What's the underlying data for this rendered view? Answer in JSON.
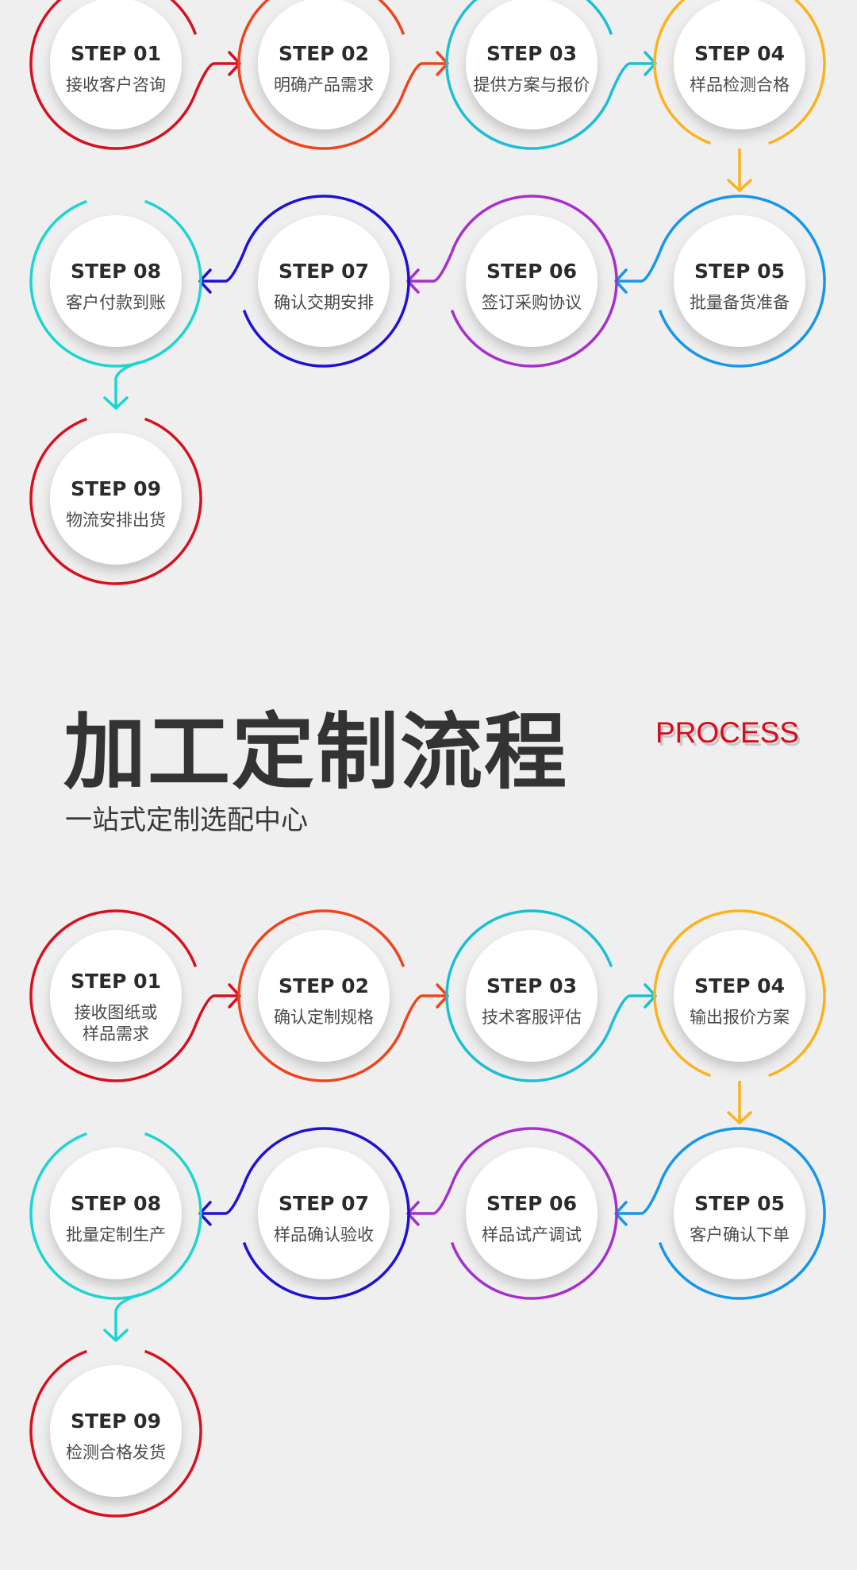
{
  "flow1": {
    "steps": [
      {
        "title": "STEP 01",
        "lines": [
          "接收客户咨询"
        ],
        "color": "#d7101f"
      },
      {
        "title": "STEP 02",
        "lines": [
          "明确产品需求"
        ],
        "color": "#f0431d"
      },
      {
        "title": "STEP 03",
        "lines": [
          "提供方案与报价"
        ],
        "color": "#1bbfd3"
      },
      {
        "title": "STEP 04",
        "lines": [
          "样品检测合格"
        ],
        "color": "#fbb21b"
      },
      {
        "title": "STEP 05",
        "lines": [
          "批量备货准备"
        ],
        "color": "#1497ec"
      },
      {
        "title": "STEP 06",
        "lines": [
          "签订采购协议"
        ],
        "color": "#a72fcb"
      },
      {
        "title": "STEP 07",
        "lines": [
          "确认交期安排"
        ],
        "color": "#1f10d8"
      },
      {
        "title": "STEP 08",
        "lines": [
          "客户付款到账"
        ],
        "color": "#1bd5d1"
      },
      {
        "title": "STEP 09",
        "lines": [
          "物流安排出货"
        ],
        "color": "#d7101f"
      }
    ]
  },
  "section": {
    "title": "加工定制流程",
    "subtitle": "一站式定制选配中心",
    "badge": "PROCESS",
    "badge_color": "#d70c1b"
  },
  "flow2": {
    "steps": [
      {
        "title": "STEP 01",
        "lines": [
          "接收图纸或",
          "样品需求"
        ],
        "color": "#d7101f"
      },
      {
        "title": "STEP 02",
        "lines": [
          "确认定制规格"
        ],
        "color": "#f0431d"
      },
      {
        "title": "STEP 03",
        "lines": [
          "技术客服评估"
        ],
        "color": "#1bbfd3"
      },
      {
        "title": "STEP 04",
        "lines": [
          "输出报价方案"
        ],
        "color": "#fbb21b"
      },
      {
        "title": "STEP 05",
        "lines": [
          "客户确认下单"
        ],
        "color": "#1497ec"
      },
      {
        "title": "STEP 06",
        "lines": [
          "样品试产调试"
        ],
        "color": "#a72fcb"
      },
      {
        "title": "STEP 07",
        "lines": [
          "样品确认验收"
        ],
        "color": "#1f10d8"
      },
      {
        "title": "STEP 08",
        "lines": [
          "批量定制生产"
        ],
        "color": "#1bd5d1"
      },
      {
        "title": "STEP 09",
        "lines": [
          "检测合格发货"
        ],
        "color": "#d7101f"
      }
    ]
  }
}
